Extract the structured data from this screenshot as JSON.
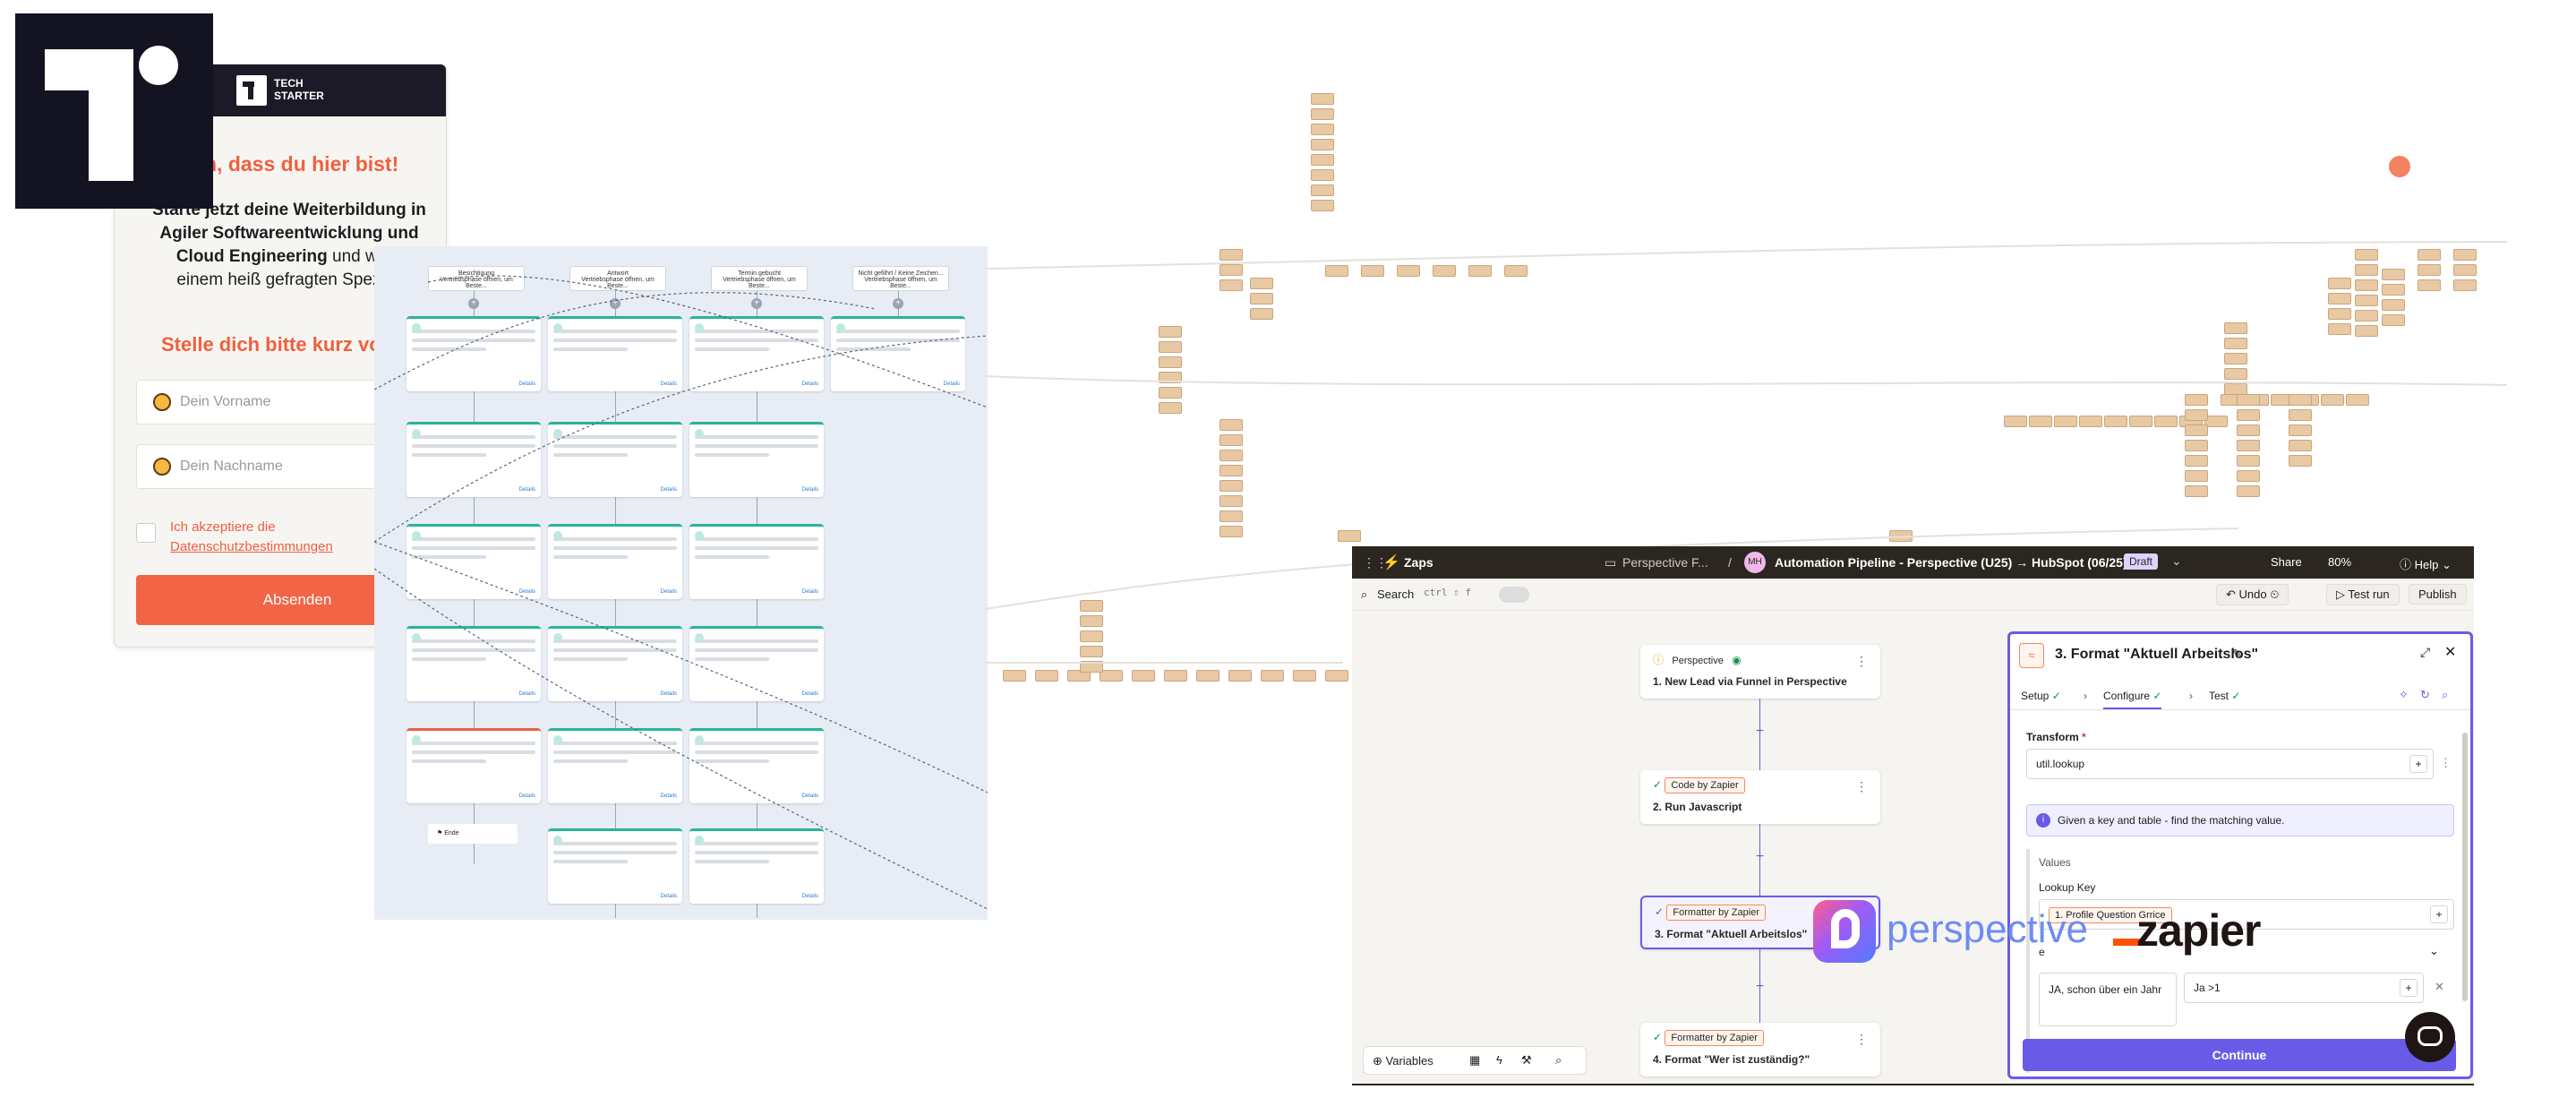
{
  "techstarter": {
    "brand": "TECH STARTER",
    "welcome": "n, dass du hier bist!",
    "intro_line1": "Starte jetzt deine Weiterbildung in",
    "intro_line2": "Agiler Softwareentwicklung und",
    "intro_line3_bold": "Cloud Engineering",
    "intro_line3_rest": " und werd",
    "intro_line4": "einem heiß gefragten Speziali",
    "prompt": "Stelle dich bitte kurz vo",
    "first_name_placeholder": "Dein Vorname",
    "last_name_placeholder": "Dein Nachname",
    "consent_prefix": "Ich akzeptiere die",
    "consent_link": "Datenschutzbestimmungen",
    "submit": "Absenden"
  },
  "workflow": {
    "headers": [
      "Besichtigung",
      "Antwort",
      "Termin gebucht",
      "Nicht gefilhrt / Keine Zeichen..."
    ],
    "header_sub": "Vertriebsphase öffnen, um Beste...",
    "details": "Details",
    "end": "Ende"
  },
  "zapier": {
    "nav_title": "Zaps",
    "folder": "Perspective F...",
    "avatar": "MH",
    "zap_name": "Automation Pipeline - Perspective (U25) → HubSpot (06/25)",
    "status": "Draft",
    "share": "Share",
    "zoom": "80%",
    "help": "Help",
    "search": "Search",
    "shortcut": "ctrl ⇧ f",
    "undo": "Undo",
    "test_run": "Test run",
    "publish": "Publish",
    "steps": [
      {
        "app": "Perspective",
        "title": "1. New Lead via Funnel in Perspective"
      },
      {
        "app": "Code by Zapier",
        "title": "2. Run Javascript"
      },
      {
        "app": "Formatter by Zapier",
        "title": "3. Format \"Aktuell Arbeitslos\""
      },
      {
        "app": "Formatter by Zapier",
        "title": "4. Format \"Wer ist zuständig?\""
      }
    ],
    "variables": "Variables",
    "panel": {
      "title": "3. Format \"Aktuell Arbeitslos\"",
      "tabs": [
        "Setup",
        "Configure",
        "Test"
      ],
      "transform_label": "Transform",
      "transform_value": "util.lookup",
      "info": "Given a key and table - find the matching value.",
      "values_label": "Values",
      "lookup_key_label": "Lookup Key",
      "lookup_key_value": "1. Profile Question Grrice",
      "lookup_table_label": "e",
      "row_key": "JA, schon über ein Jahr",
      "row_value": "Ja >1",
      "continue": "Continue"
    }
  },
  "logos": {
    "perspective": "perspective",
    "zapier": "zapier"
  },
  "colors": {
    "ts_orange": "#f0603e",
    "ts_dark": "#141322",
    "zap_purple": "#695be8",
    "zap_dark": "#2b2620",
    "zap_orange": "#ff4f00"
  }
}
